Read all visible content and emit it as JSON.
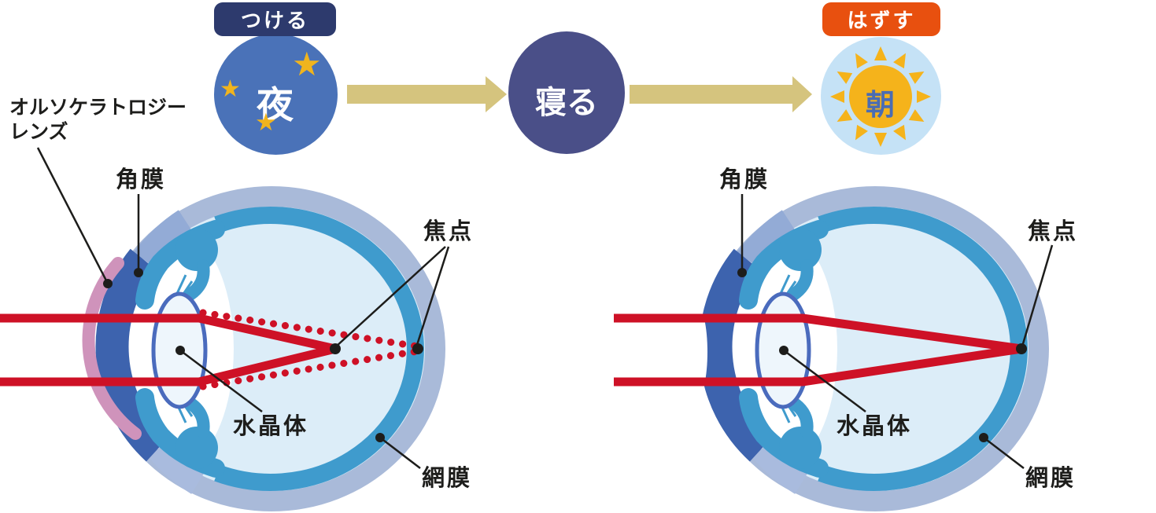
{
  "top_flow": {
    "attach_badge": "つける",
    "night_label": "夜",
    "sleep_label": "寝る",
    "remove_badge": "はずす",
    "morning_label": "朝"
  },
  "anatomy_labels": {
    "ortho_lens_line1": "オルソケラトロジー",
    "ortho_lens_line2": "レンズ",
    "cornea": "角膜",
    "focal_point": "焦点",
    "crystalline_lens": "水晶体",
    "retina": "網膜"
  },
  "icons": {
    "star_glyph": "★"
  },
  "colors": {
    "attach_badge_bg": "#2d3a6d",
    "remove_badge_bg": "#e8500f",
    "night_circle_bg": "#4a72b8",
    "sleep_circle_bg": "#4a4f88",
    "morning_circle_bg": "#c5e2f6",
    "sun_gold": "#f5b31b",
    "star_gold": "#f0b41e",
    "morning_text_blue": "#4a6cb3",
    "arrow_tan": "#d5c47e",
    "sclera_periwinkle": "#a9bad9",
    "retina_ring_blue": "#3f9bcd",
    "vitreous_light_blue": "#dcedf8",
    "cornea_dark_blue": "#3d63ae",
    "limbus_transition": "#93abd6",
    "iris_ciliary_blue": "#3f9bcd",
    "crystalline_lens_stroke": "#4a6bbd",
    "crystalline_lens_fill": "#eef6fc",
    "ortho_lens_pink": "#cf93bb",
    "light_ray_red": "#ce1126",
    "label_black": "#1d1d1b"
  }
}
